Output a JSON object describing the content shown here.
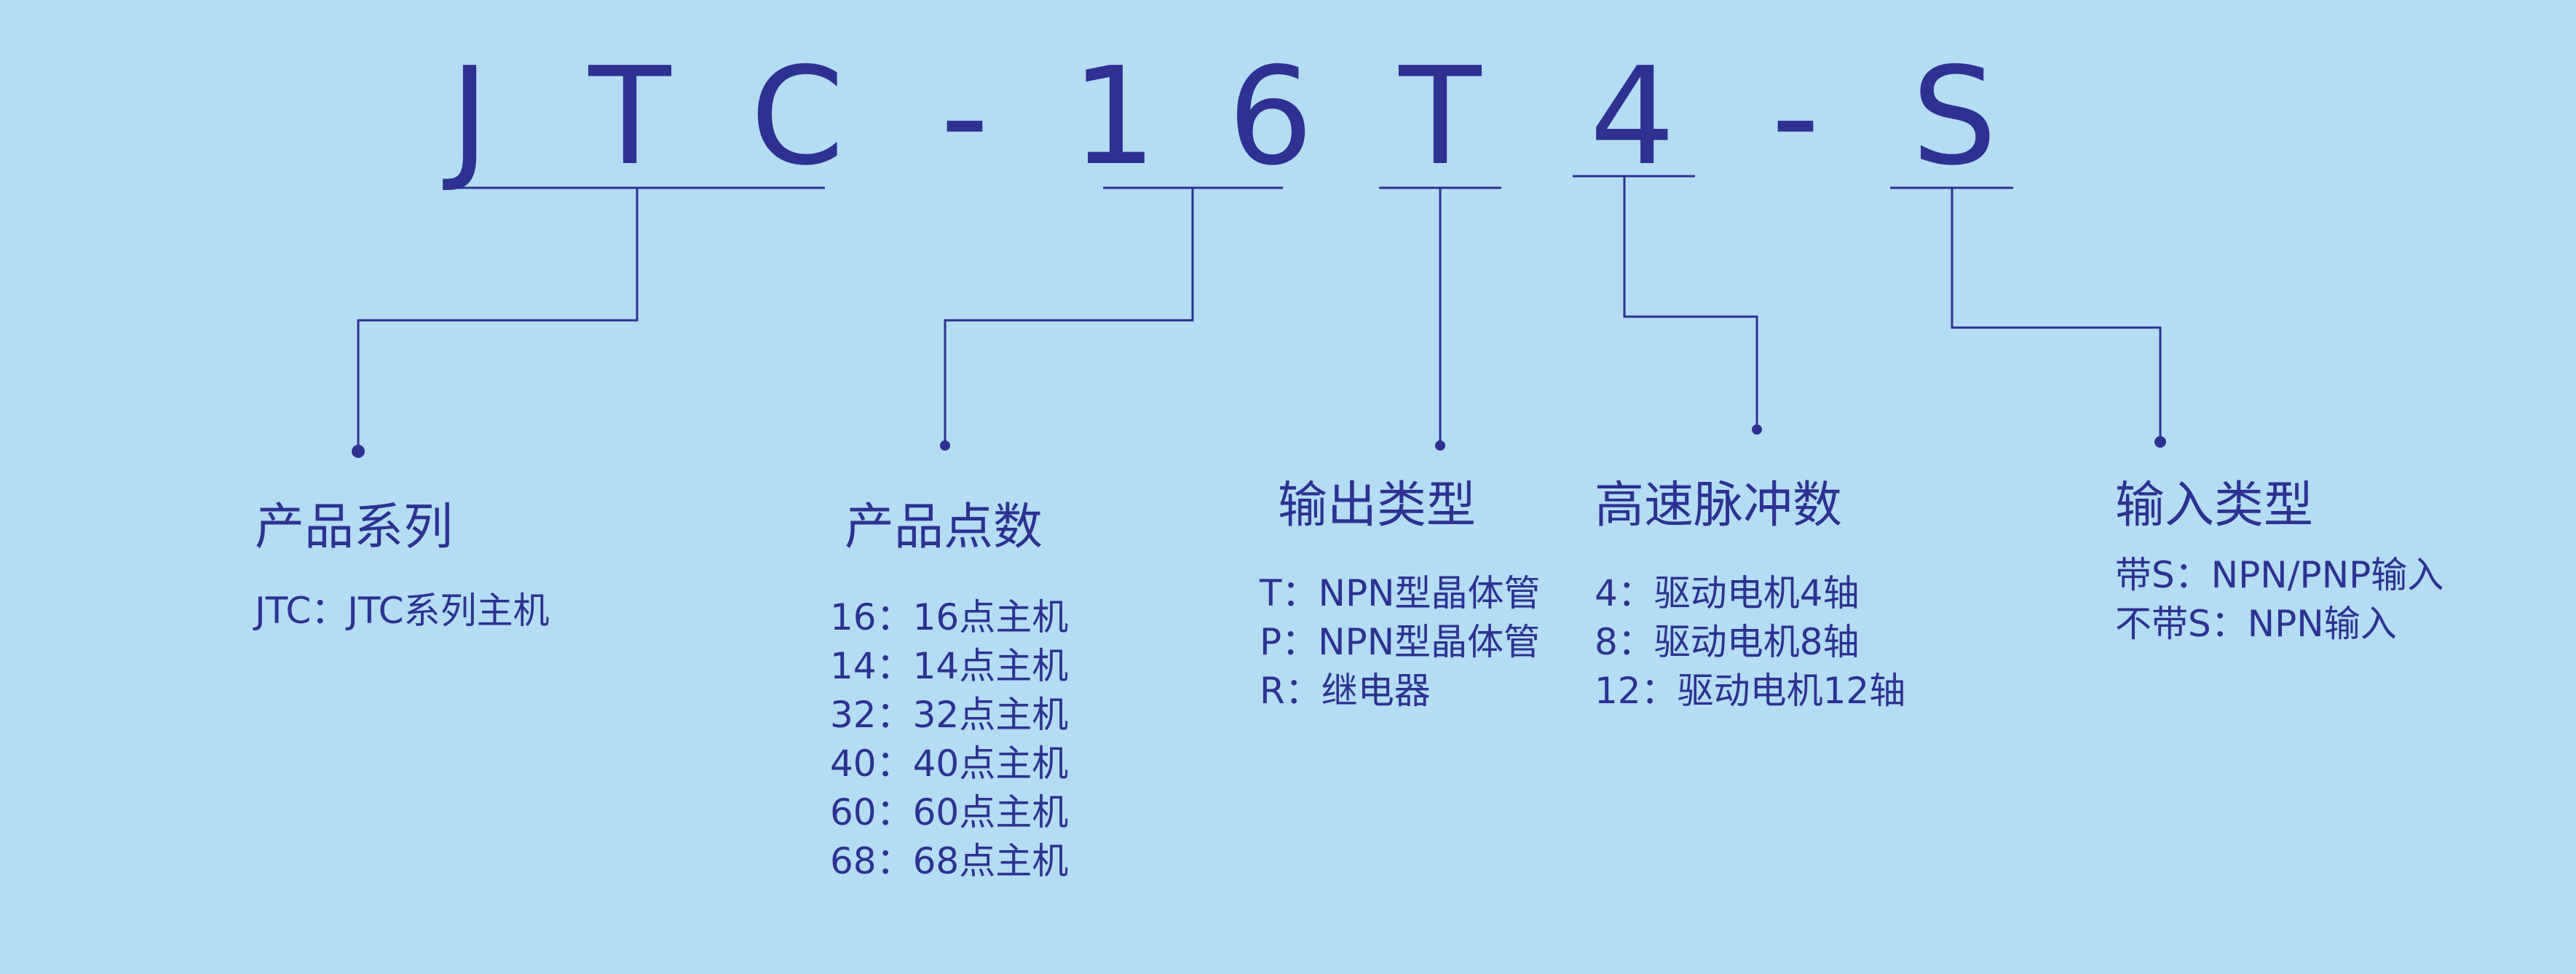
{
  "model_code": [
    "J",
    "T",
    "C",
    "-",
    "1",
    "6",
    "T",
    "4",
    "-",
    "S"
  ],
  "groups": [
    {
      "title": "产品系列",
      "items": [
        "JTC：JTC系列主机"
      ]
    },
    {
      "title": "产品点数",
      "items": [
        "16：16点主机",
        "14：14点主机",
        "32：32点主机",
        "40：40点主机",
        "60：60点主机",
        "68：68点主机"
      ]
    },
    {
      "title": "输出类型",
      "items": [
        "T：NPN型晶体管",
        "P：NPN型晶体管",
        "R：继电器"
      ]
    },
    {
      "title": "高速脉冲数",
      "items": [
        "4：驱动电机4轴",
        "8：驱动电机8轴",
        "12：驱动电机12轴"
      ]
    },
    {
      "title": "输入类型",
      "items": [
        "带S：NPN/PNP输入",
        "不带S：NPN输入"
      ]
    }
  ],
  "colors": {
    "background": "#b4dcf2",
    "text": "#2e3192",
    "line": "#2e3192"
  }
}
